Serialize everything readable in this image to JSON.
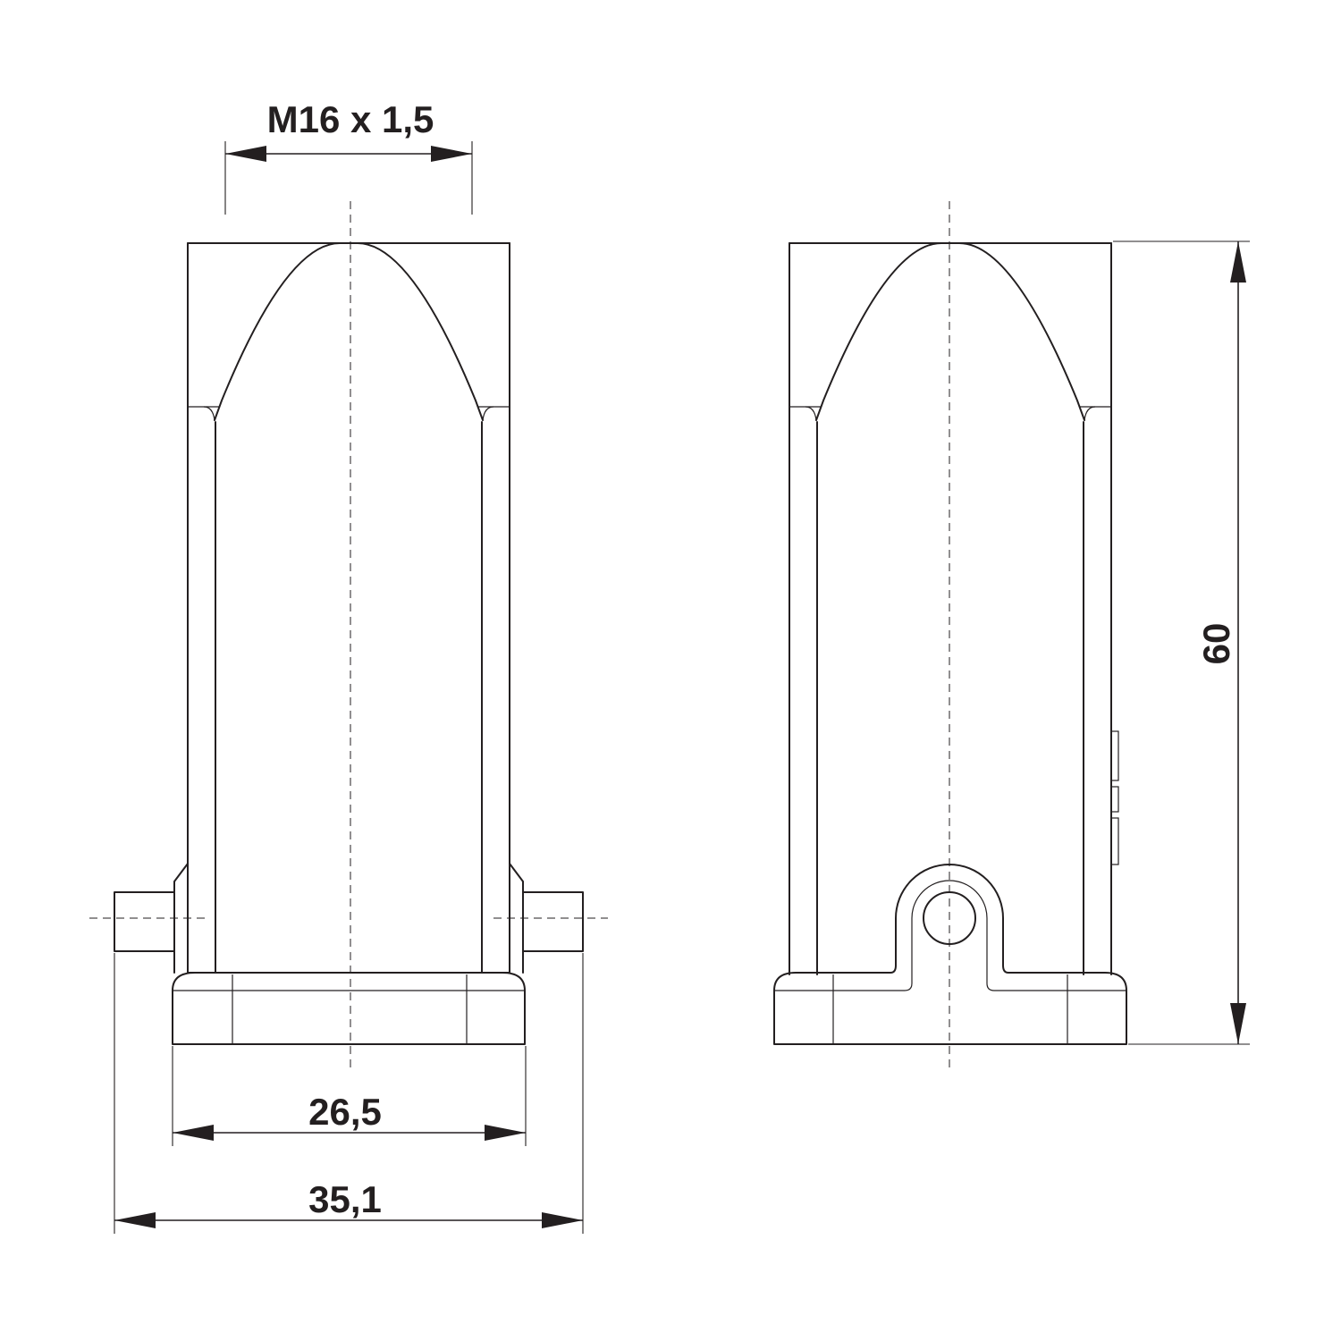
{
  "dimensions": {
    "thread": "M16 x 1,5",
    "height": "60",
    "base_width": "26,5",
    "overall_width": "35,1"
  },
  "colors": {
    "line": "#231f20",
    "background": "#ffffff"
  }
}
